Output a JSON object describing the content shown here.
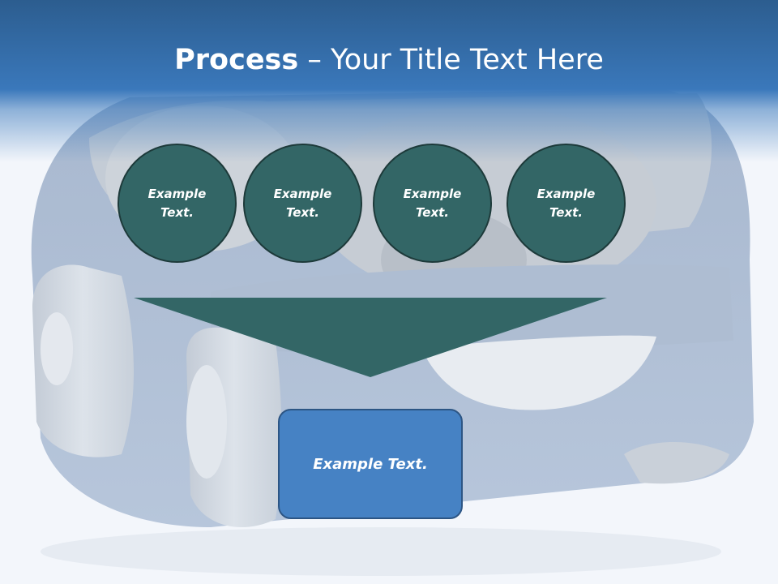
{
  "slide": {
    "title_bold": "Process",
    "title_rest": " – Your Title Text Here"
  },
  "process": {
    "steps": [
      {
        "label": "Example\nText."
      },
      {
        "label": "Example\nText."
      },
      {
        "label": "Example\nText."
      },
      {
        "label": "Example\nText."
      }
    ],
    "result_label": "Example Text."
  },
  "colors": {
    "title_bar": "#3a78bb",
    "circle_fill": "#336666",
    "circle_border": "#1d3a3a",
    "funnel_fill": "#336666",
    "result_fill": "#4682c4",
    "result_border": "#2c5584"
  },
  "background": {
    "image": "cartoon-car-front-view"
  }
}
